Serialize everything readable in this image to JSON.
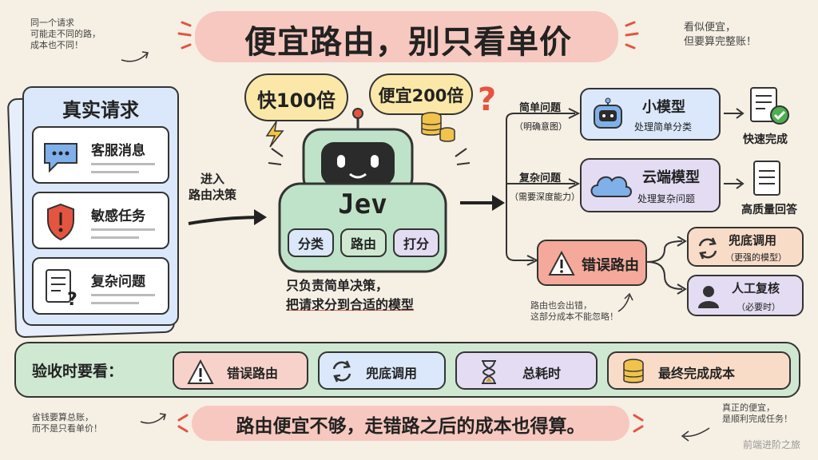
{
  "header": {
    "title": "便宜路由，别只看单价",
    "note_left": [
      "同一个请求",
      "可能走不同的路，",
      "成本也不同！"
    ],
    "note_right": [
      "看似便宜，",
      "但要算完整账！"
    ]
  },
  "requests": {
    "title": "真实请求",
    "items": [
      {
        "label": "客服消息"
      },
      {
        "label": "敏感任务"
      },
      {
        "label": "复杂问题"
      }
    ]
  },
  "router": {
    "enter_label": [
      "进入",
      "路由决策"
    ],
    "name": "Jev",
    "tags": [
      "分类",
      "路由",
      "打分"
    ],
    "bubble_fast": "快100倍",
    "bubble_cheap": "便宜200倍",
    "caption": [
      "只负责简单决策，",
      "把请求分到合适的模型"
    ]
  },
  "routes": {
    "simple": {
      "label": "简单问题",
      "sub": "（明确意图）",
      "model": "小模型",
      "model_sub": "处理简单分类",
      "result": "快速完成"
    },
    "complex": {
      "label": "复杂问题",
      "sub": "（需要深度能力）",
      "model": "云端模型",
      "model_sub": "处理复杂问题",
      "result": "高质量回答"
    },
    "error": {
      "label": "错误路由",
      "fallback": "兜底调用",
      "fallback_sub": "（更强的模型）",
      "human": "人工复核",
      "human_sub": "（必要时）",
      "note": [
        "路由也会出错，",
        "这部分成本不能忽略！"
      ]
    }
  },
  "checks": {
    "title": "验收时要看：",
    "items": [
      {
        "label": "错误路由"
      },
      {
        "label": "兜底调用"
      },
      {
        "label": "总耗时"
      },
      {
        "label": "最终完成成本"
      }
    ]
  },
  "footer": {
    "main": "路由便宜不够，走错路之后的成本也得算。",
    "note_left": [
      "省钱要算总账，",
      "而不是只看单价！"
    ],
    "note_right": [
      "真正的便宜，",
      "是顺利完成任务！"
    ],
    "watermark": "前端进阶之旅"
  },
  "colors": {
    "blue": "#dbe8fb",
    "green": "#cfe8d2",
    "purple": "#e3dcf3",
    "red": "#f7d2cb",
    "peach": "#f9dcc8",
    "yellow": "#fbe8a8",
    "bg": "#f5efe4"
  }
}
